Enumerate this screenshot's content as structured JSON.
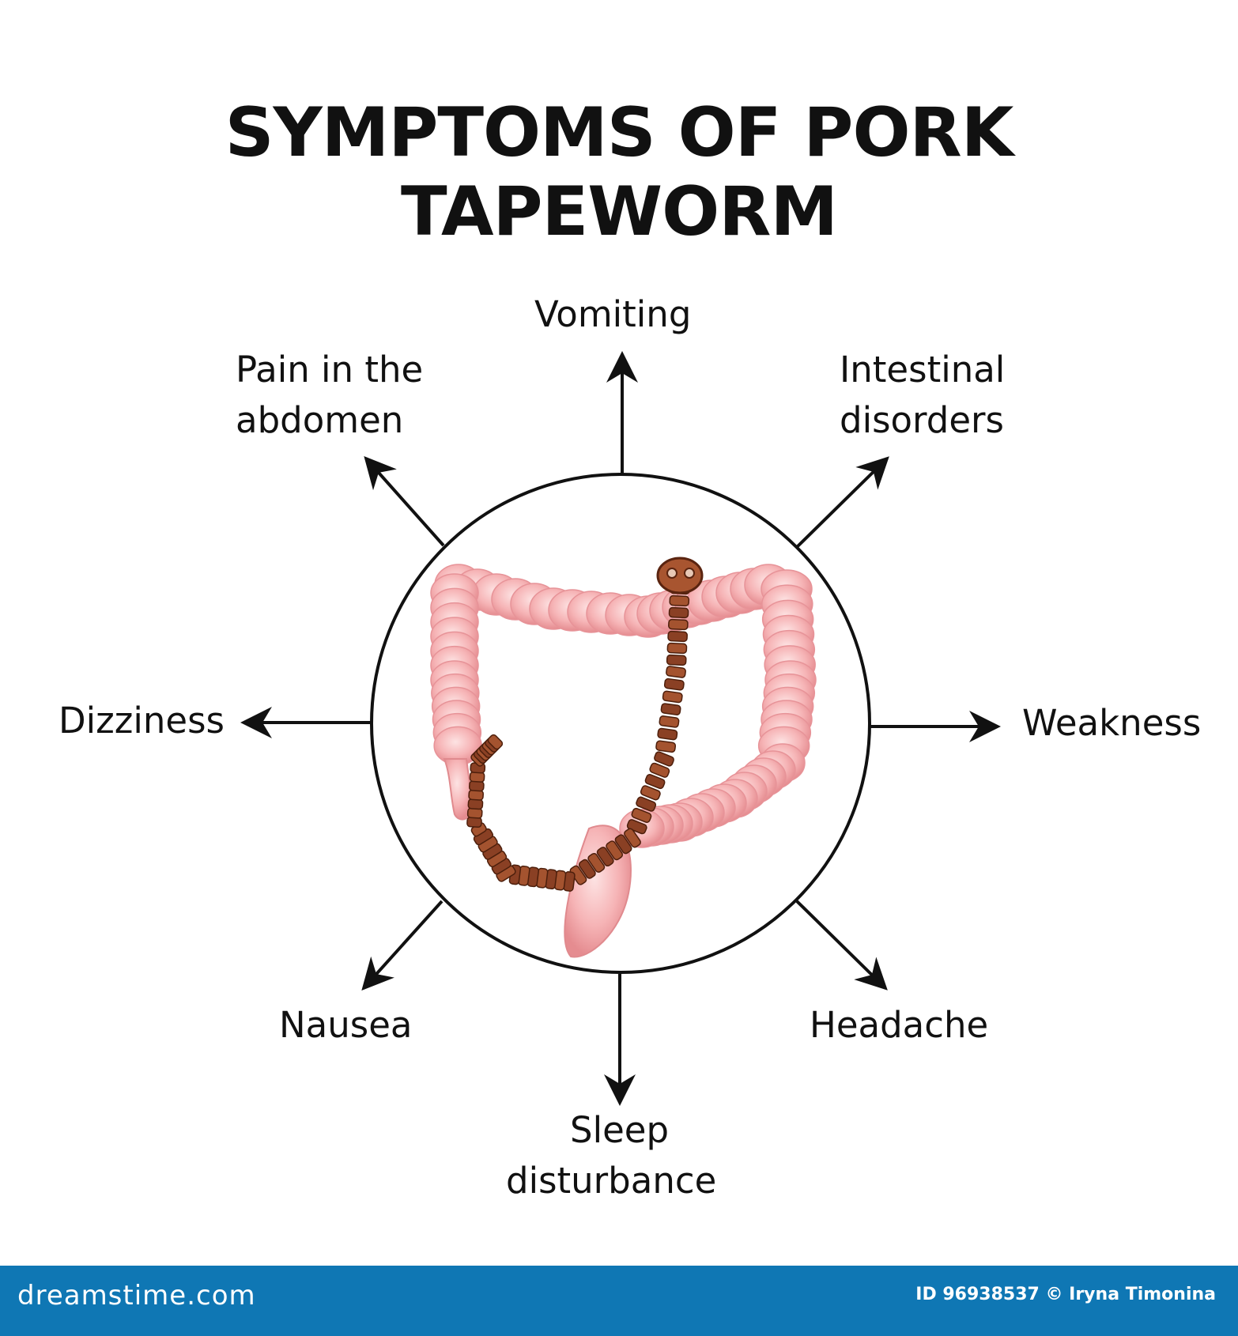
{
  "title": "SYMPTOMS OF PORK TAPEWORM",
  "symptoms": {
    "vomiting": "Vomiting",
    "pain_line1": "Pain in the",
    "pain_line2": "abdomen",
    "intestinal_line1": "Intestinal",
    "intestinal_line2": "disorders",
    "dizziness": "Dizziness",
    "weakness": "Weakness",
    "nausea": "Nausea",
    "headache": "Headache",
    "sleep_line1": "Sleep",
    "sleep_line2": "disturbance"
  },
  "footer": {
    "brand": "dreamstime.com",
    "credit": "ID 96938537 © Iryna Timonina"
  },
  "colors": {
    "intestine": "#f4a7a9",
    "worm": "#9b4a2a",
    "footer": "#0f77b4"
  }
}
